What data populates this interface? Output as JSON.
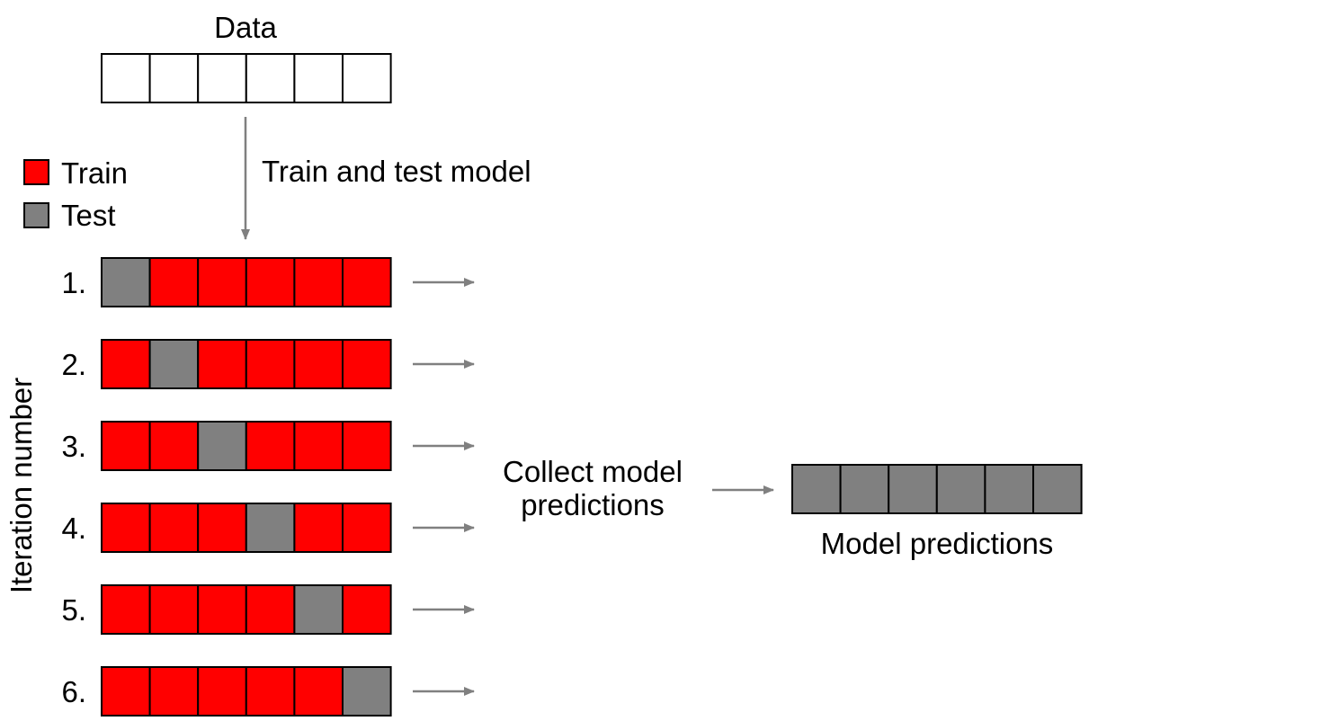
{
  "data_label": "Data",
  "process_label": "Train and test model",
  "legend": [
    {
      "label": "Train",
      "color": "#ff0000"
    },
    {
      "label": "Test",
      "color": "#808080"
    }
  ],
  "axis_label": "Iteration number",
  "cells_per_row": 6,
  "iterations": [
    {
      "label": "1.",
      "test_index": 0
    },
    {
      "label": "2.",
      "test_index": 1
    },
    {
      "label": "3.",
      "test_index": 2
    },
    {
      "label": "4.",
      "test_index": 3
    },
    {
      "label": "5.",
      "test_index": 4
    },
    {
      "label": "6.",
      "test_index": 5
    }
  ],
  "collect_label_line1": "Collect model",
  "collect_label_line2": "predictions",
  "predictions_label": "Model predictions",
  "colors": {
    "train": "#ff0000",
    "test": "#808080",
    "data": "#ffffff",
    "prediction": "#808080",
    "arrow": "#808080",
    "border": "#000000"
  }
}
